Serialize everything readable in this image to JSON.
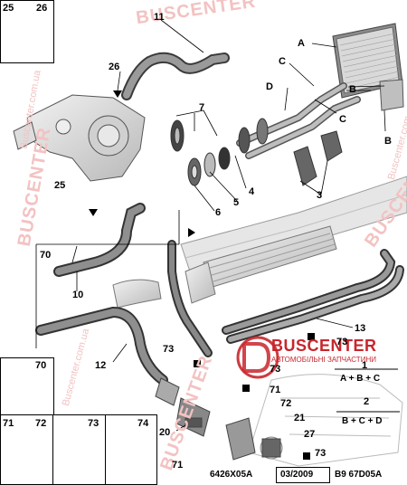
{
  "watermark": {
    "brand": "BUSCENTER",
    "site": "Buscenter.com.ua",
    "tagline": "АВТОМОБІЛЬНІ ЗАПЧАСТИНИ",
    "logo_letter": "B",
    "accent_color": "#c8262c"
  },
  "callouts": {
    "c25_box": "25",
    "c26_box": "26",
    "c11": "11",
    "c26": "26",
    "cA": "A",
    "cC1": "C",
    "cB1": "B",
    "cD": "D",
    "cC2": "C",
    "cB2": "B",
    "c7": "7",
    "c4": "4",
    "c5": "5",
    "c6": "6",
    "c3": "3",
    "c25": "25",
    "c70": "70",
    "c10": "10",
    "c12": "12",
    "c13": "13",
    "c73a": "73",
    "c73b": "73",
    "c73c": "73",
    "c73d": "73",
    "c71a": "71",
    "c72a": "72",
    "c20": "20",
    "c71b": "71",
    "c21": "21",
    "c27": "27",
    "c1": "1",
    "c2": "2"
  },
  "legend": {
    "var1": "A + B + C",
    "var2": "B + C + D"
  },
  "detail_boxes": {
    "d70": "70",
    "d71": "71",
    "d72": "72",
    "d73": "73",
    "d74": "74"
  },
  "footer": {
    "code": "6426X05A",
    "date": "03/2009",
    "ref": "B9 67D05A"
  }
}
